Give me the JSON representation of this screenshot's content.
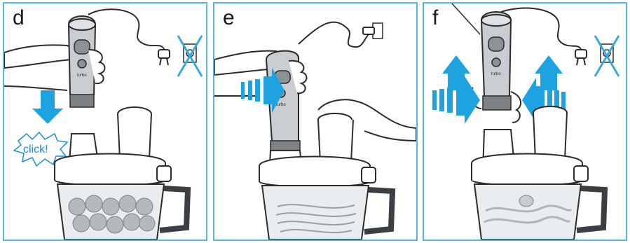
{
  "panels": [
    {
      "label": "d",
      "click_text": "click!",
      "brand_text": "turbo"
    },
    {
      "label": "e",
      "brand_text": "turbo"
    },
    {
      "label": "f",
      "brand_text": "turbo"
    }
  ],
  "colors": {
    "frame": "#55b8e0",
    "arrow": "#1fa3e0",
    "cross": "#3aa8dc",
    "outline": "#2b2b2b",
    "bowl": "#e9edf0",
    "handle": "#3a3f44",
    "device": "#c9ccd0"
  }
}
